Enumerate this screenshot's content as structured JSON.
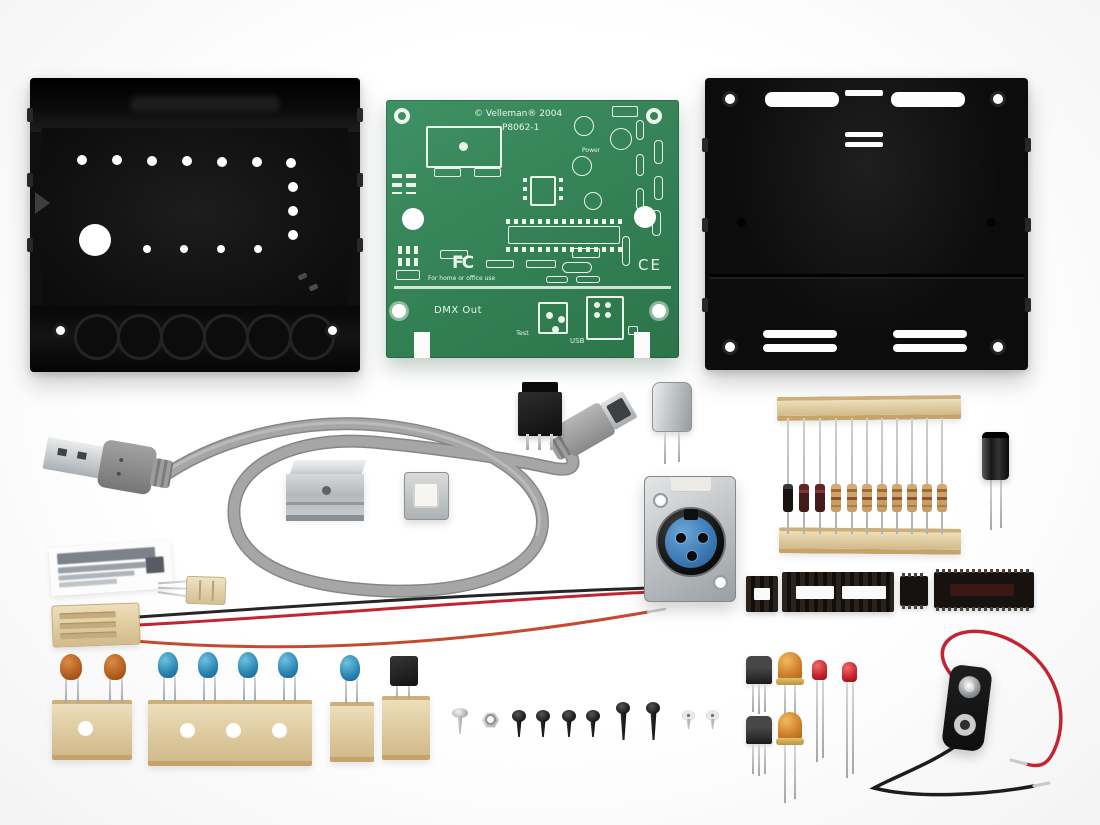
{
  "meta": {
    "description": "Product photo of an electronics self-assembly kit (USB DMX interface) with enclosure halves, PCB, cable and loose components on a white background"
  },
  "colors": {
    "background": "#ffffff",
    "pcb_green": "#358357",
    "pcb_green_dark": "#2c744a",
    "silkscreen": "#e9f5ea",
    "plastic_black": "#111111",
    "tape_beige": "#ddc9a0",
    "resistor_tan": "#c49a66",
    "cable_gray": "#9d9d9d",
    "metal_silver": "#c9cccf",
    "xlr_blue": "#3a76b0",
    "led_red": "#c3242a",
    "led_amber": "#cd7f2a",
    "wire_red": "#c22531",
    "wire_black": "#222222",
    "cap_blue": "#2a84b2",
    "cap_orange": "#b05a1c"
  },
  "pcb": {
    "copyright": "© Velleman® 2004",
    "model": "P8062-1",
    "power": "Power",
    "fcc_logo": "FC",
    "fcc_note": "For home or office use",
    "ce_mark": "CE",
    "dmx_out": "DMX Out",
    "test": "Test",
    "usb": "USB"
  },
  "parts": {
    "enclosure_bottom": "black plastic enclosure base",
    "pcb": "green printed circuit board P8062-1",
    "enclosure_top": "black plastic enclosure cover",
    "usb_cable": "gray USB A-B cable",
    "heatsink_bracket": "aluminium bracket",
    "usb_b_socket": "USB-B socket",
    "voltage_regulator": "TO-220 voltage regulator",
    "crystal": "metal-can crystal oscillator",
    "resistor_strip": "taped axial resistors and diodes",
    "electrolytic_capacitor": "electrolytic capacitor",
    "sticker": "barcode label",
    "header_plug": "3-pin header plug",
    "wire_assembly": "crimped wire assembly with hookup wires",
    "xlr_connector": "female XLR panel connector",
    "ic_sockets": "8-pin and 28-pin DIP sockets",
    "ics": "8-pin and 28-pin DIP integrated circuits",
    "ceramic_capacitors": "taped ceramic capacitors (orange and blue)",
    "transistors": "TO-92 transistors",
    "screws": "assorted mounting screws and nut",
    "leds": "amber and red LEDs",
    "battery_clip": "9 V battery snap with red and black leads"
  },
  "counts": {
    "taped_axial_components": 11,
    "orange_capacitors": 2,
    "blue_capacitors": 5,
    "to92_transistors_loose": 2,
    "transistor_on_tape": 1,
    "amber_leds": 2,
    "red_leds": 2,
    "black_screws_short": 4,
    "black_screws_long": 2,
    "silver_screws": 3,
    "nuts": 1,
    "ic_sockets": 2,
    "ics": 2
  }
}
